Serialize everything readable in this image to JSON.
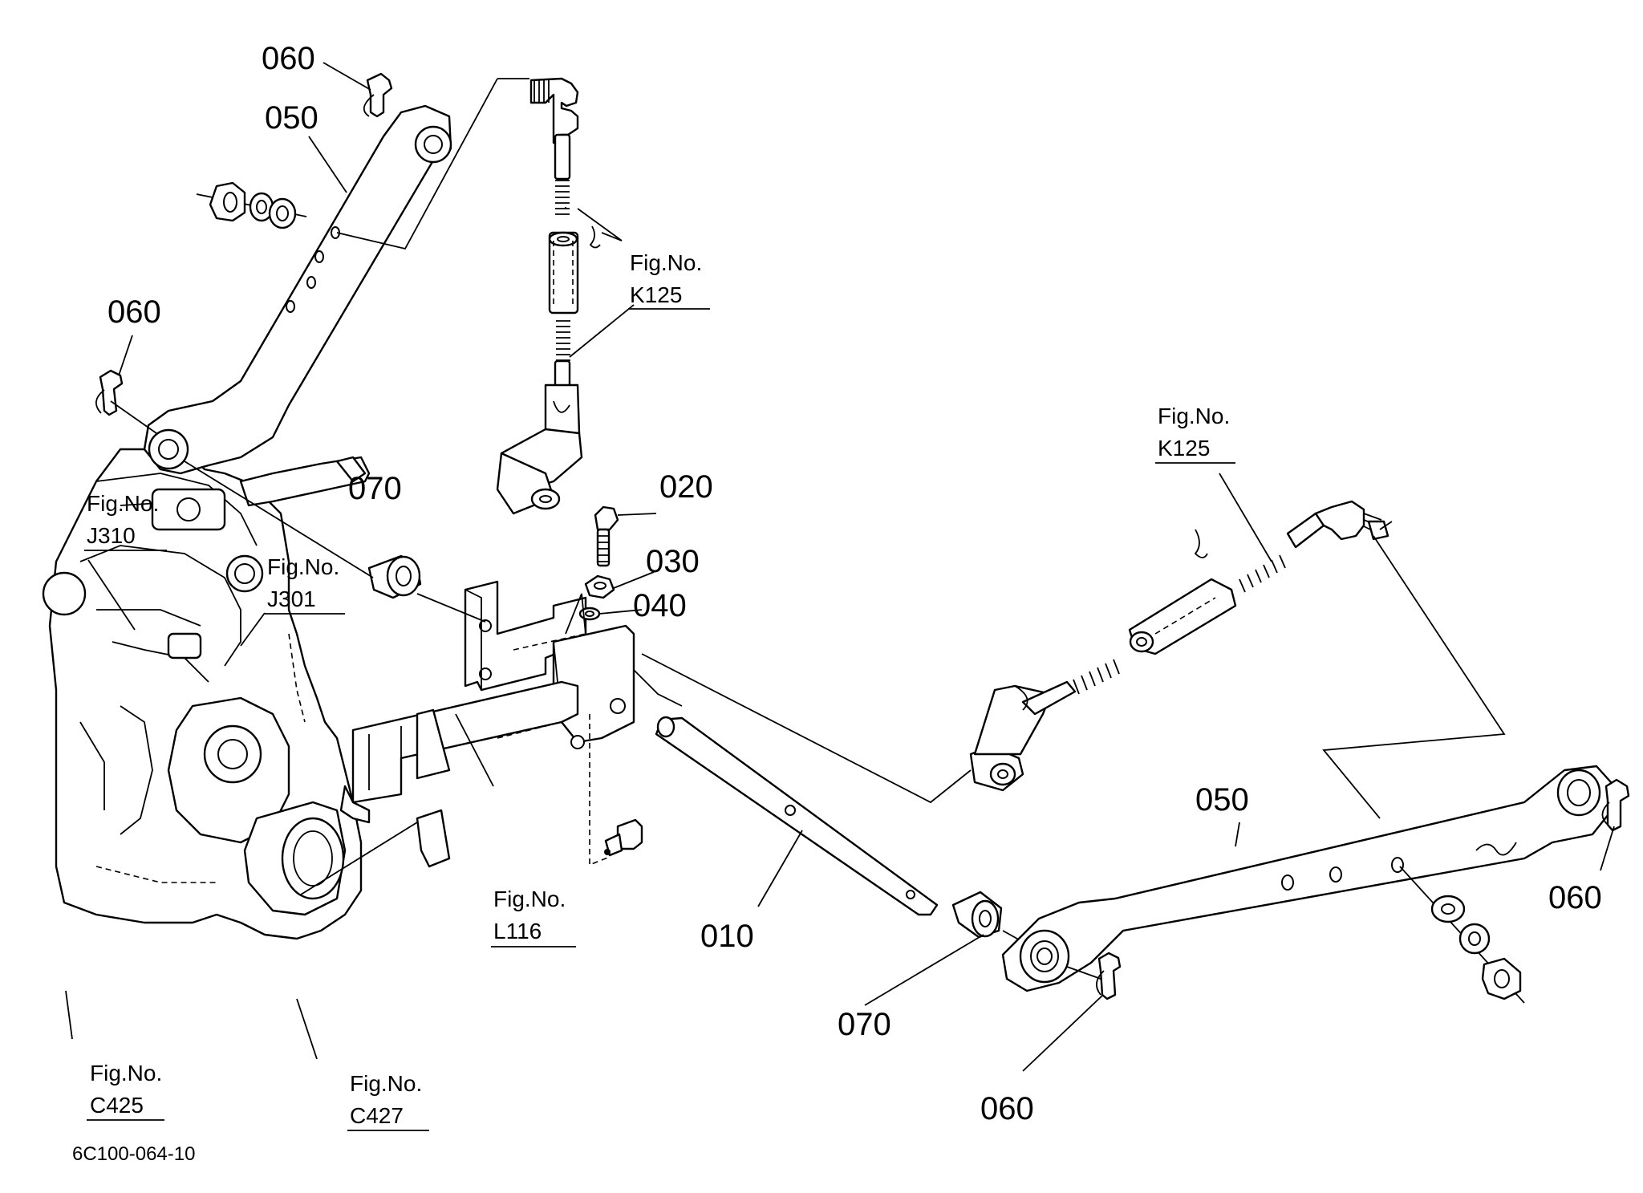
{
  "part_labels": {
    "p060_a": "060",
    "p050_a": "050",
    "p060_b": "060",
    "p070_a": "070",
    "p020": "020",
    "p030": "030",
    "p040": "040",
    "p010": "010",
    "p070_b": "070",
    "p050_b": "050",
    "p060_c": "060",
    "p060_d": "060"
  },
  "fig_refs": {
    "k125_a": {
      "prefix": "Fig.No.",
      "number": "K125"
    },
    "k125_b": {
      "prefix": "Fig.No.",
      "number": "K125"
    },
    "j310": {
      "prefix": "Fig.No.",
      "number": "J310"
    },
    "j301": {
      "prefix": "Fig.No.",
      "number": "J301"
    },
    "l116": {
      "prefix": "Fig.No.",
      "number": "L116"
    },
    "c425": {
      "prefix": "Fig.No.",
      "number": "C425"
    },
    "c427": {
      "prefix": "Fig.No.",
      "number": "C427"
    }
  },
  "drawing_code": "6C100-064-10"
}
